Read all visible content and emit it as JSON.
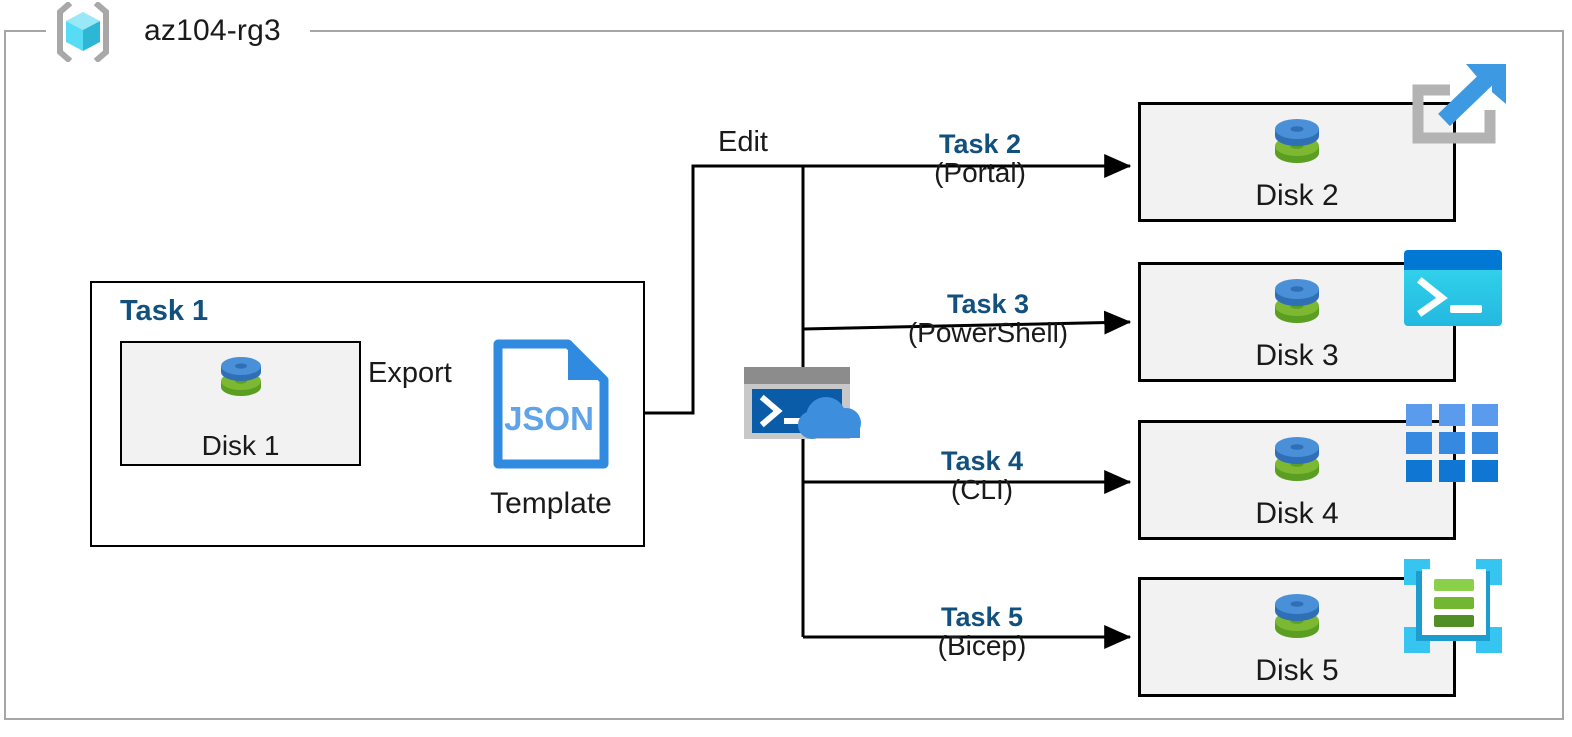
{
  "frame": {
    "title": "az104-rg3",
    "icon": "resource-group-icon",
    "border_color": "#a6a6a6"
  },
  "colors": {
    "task_blue": "#12507e",
    "text_black": "#1a1a1a",
    "box_fill": "#f2f2f2",
    "box_border": "#000000",
    "disk_blue": "#3d84d6",
    "disk_green": "#6fa22b",
    "json_blue": "#3d8fdd",
    "portal_gray": "#b3b3b3",
    "portal_arrow": "#3d9ae2",
    "powershell_top": "#0078d4",
    "powershell_body": "#32d2e8",
    "cli_blue": "#2d7dd2",
    "bicep_cyan": "#36c5f0",
    "bicep_green": "#7ac143",
    "cloudshell_terminal": "#0a5ca8",
    "cloudshell_cloud": "#3d8fdd"
  },
  "task1": {
    "label": "Task 1",
    "disk": {
      "caption": "Disk 1",
      "icon": "disk-icon"
    },
    "export_label": "Export",
    "template": {
      "file_label": "JSON",
      "caption": "Template",
      "icon": "json-file-icon"
    }
  },
  "edit_label": "Edit",
  "cloudshell": {
    "icon": "cloud-shell-icon"
  },
  "tasks": [
    {
      "id": "task-2",
      "title": "Task 2",
      "method": "(Portal)",
      "disk_caption": "Disk 2",
      "service_icon": "azure-portal-icon"
    },
    {
      "id": "task-3",
      "title": "Task 3",
      "method": "(PowerShell)",
      "disk_caption": "Disk 3",
      "service_icon": "powershell-icon"
    },
    {
      "id": "task-4",
      "title": "Task 4",
      "method": "(CLI)",
      "disk_caption": "Disk 4",
      "service_icon": "azure-cli-icon"
    },
    {
      "id": "task-5",
      "title": "Task 5",
      "method": "(Bicep)",
      "disk_caption": "Disk 5",
      "service_icon": "bicep-icon"
    }
  ]
}
